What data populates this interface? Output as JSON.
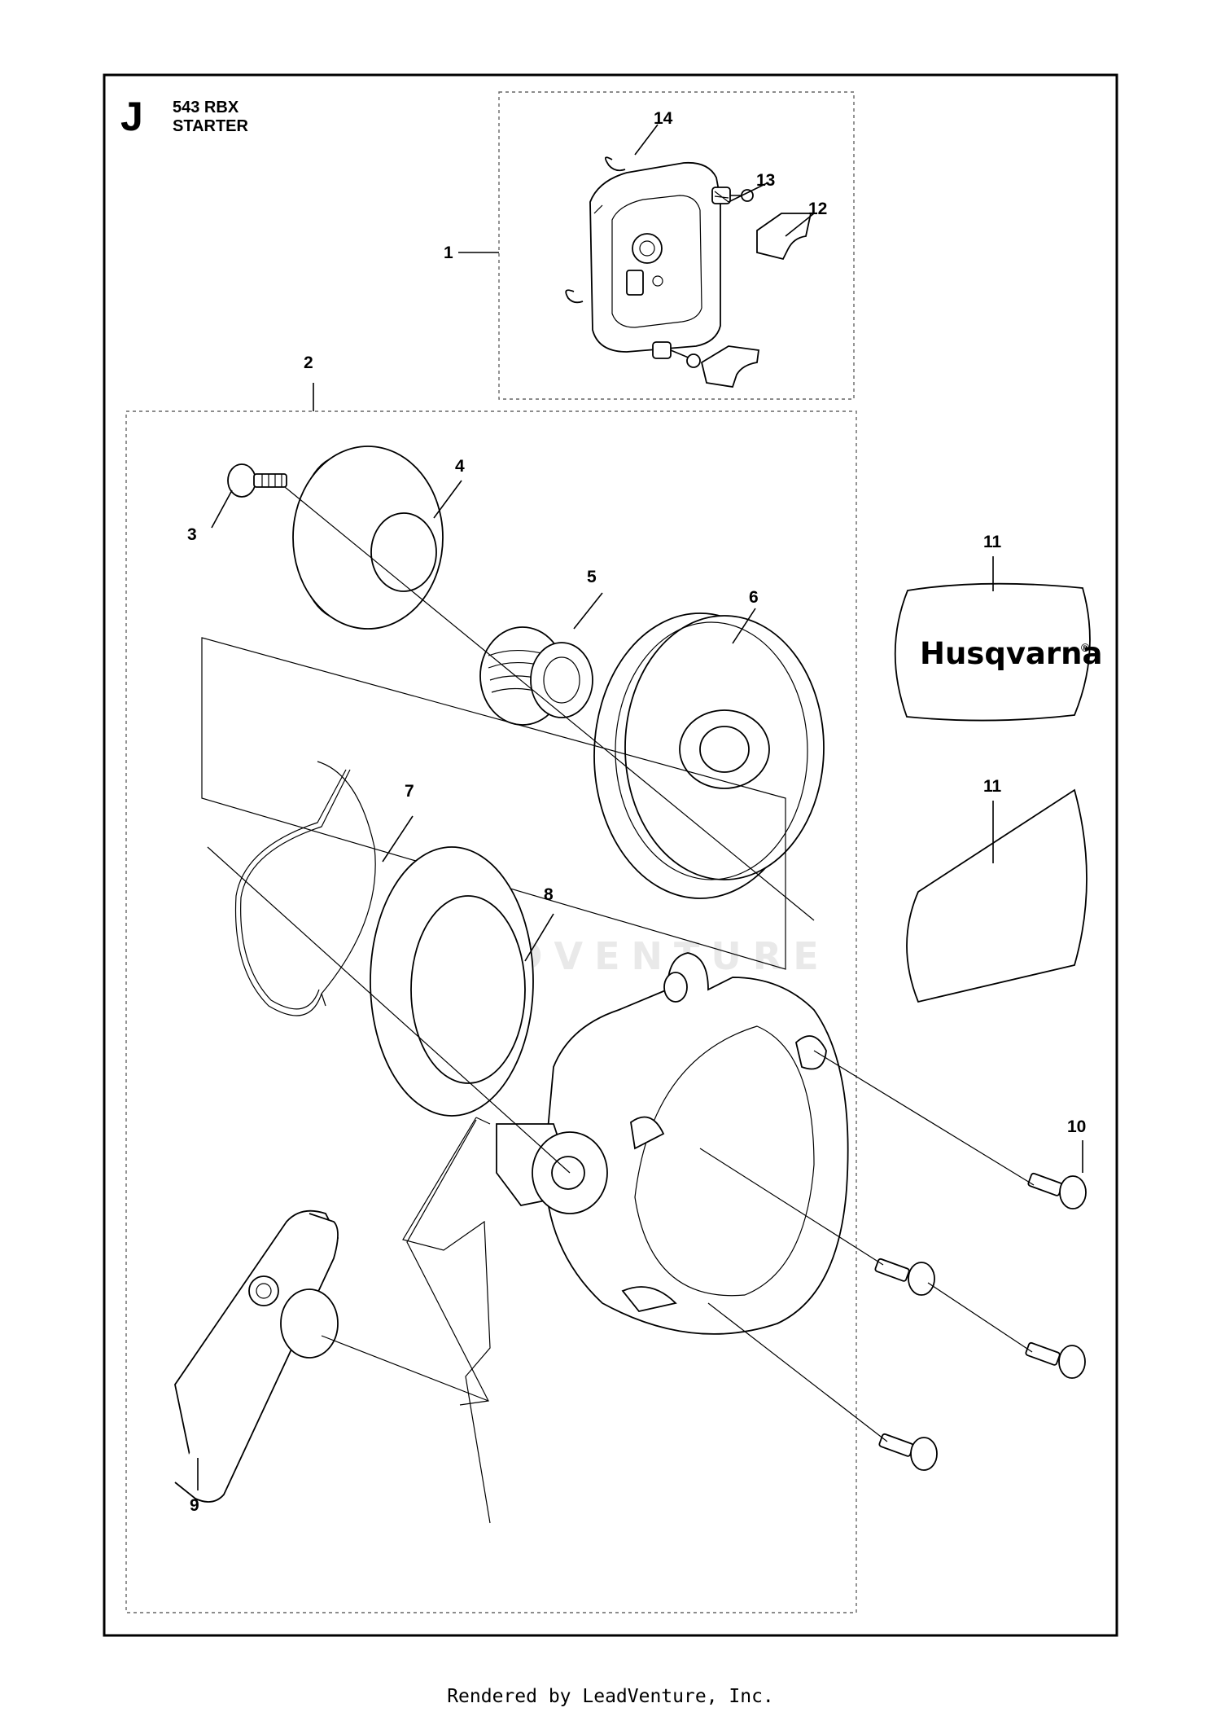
{
  "header": {
    "section_letter": "J",
    "model": "543 RBX",
    "title": "STARTER"
  },
  "callouts": [
    "1",
    "2",
    "3",
    "4",
    "5",
    "6",
    "7",
    "8",
    "9",
    "10",
    "11",
    "11",
    "12",
    "13",
    "14"
  ],
  "brand": {
    "logo_text": "Husqvarna",
    "registered_mark": "®"
  },
  "watermark": "LEADVENTURE",
  "footer": "Rendered by LeadVenture, Inc."
}
